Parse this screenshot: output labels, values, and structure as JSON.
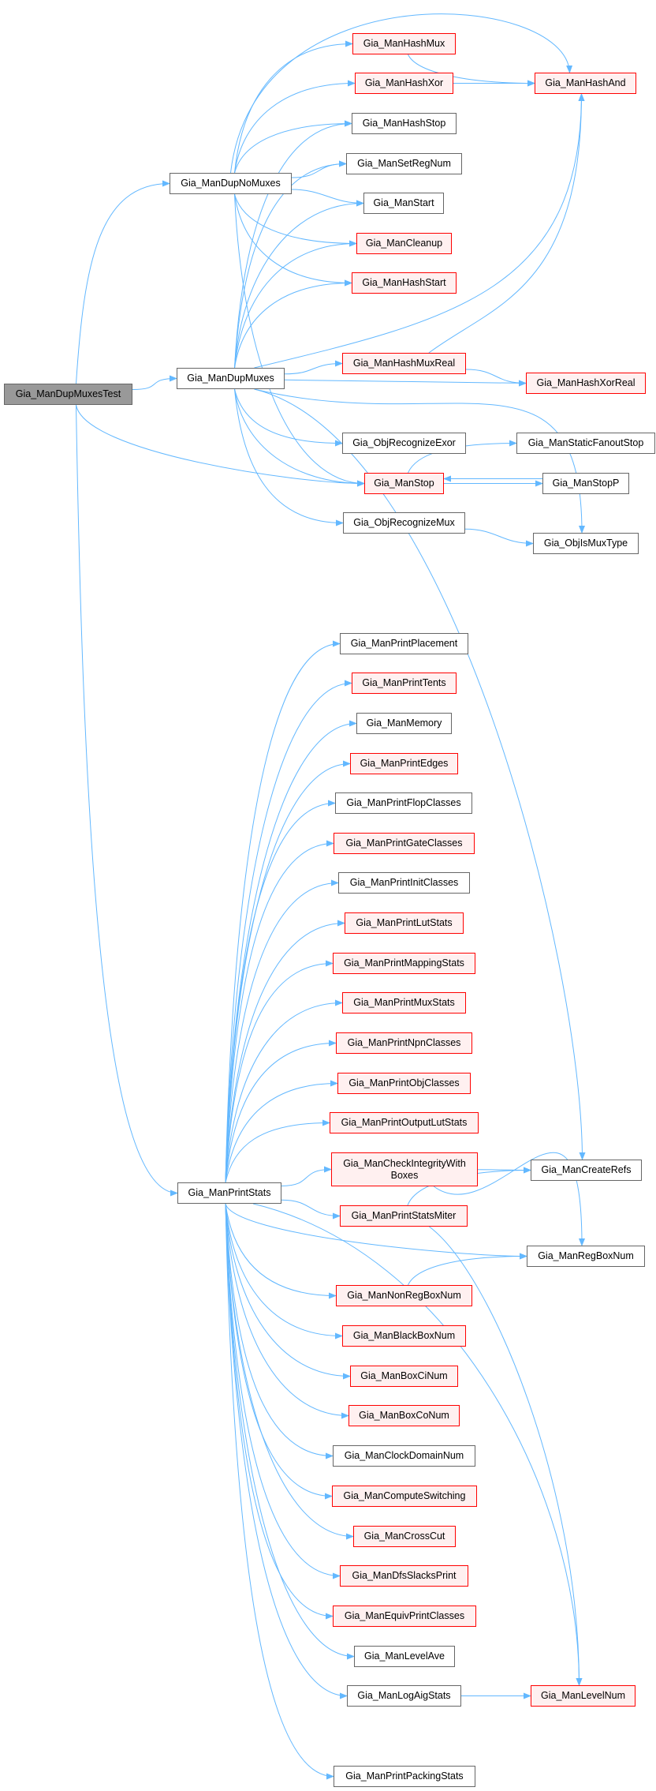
{
  "colors": {
    "edge": "#63b8ff",
    "red_border": "#ff0000",
    "red_fill": "#fff0f0",
    "root_fill": "#999999",
    "node_border": "#666666"
  },
  "nodes": [
    {
      "id": "DupMuxesTest",
      "label": "Gia_ManDupMuxesTest",
      "style": "root"
    },
    {
      "id": "DupNoMuxes",
      "label": "Gia_ManDupNoMuxes",
      "style": "plain"
    },
    {
      "id": "DupMuxes",
      "label": "Gia_ManDupMuxes",
      "style": "plain"
    },
    {
      "id": "PrintStats",
      "label": "Gia_ManPrintStats",
      "style": "plain"
    },
    {
      "id": "HashMux",
      "label": "Gia_ManHashMux",
      "style": "red"
    },
    {
      "id": "HashXor",
      "label": "Gia_ManHashXor",
      "style": "red"
    },
    {
      "id": "HashAnd",
      "label": "Gia_ManHashAnd",
      "style": "red"
    },
    {
      "id": "HashStop",
      "label": "Gia_ManHashStop",
      "style": "plain"
    },
    {
      "id": "SetRegNum",
      "label": "Gia_ManSetRegNum",
      "style": "plain"
    },
    {
      "id": "ManStart",
      "label": "Gia_ManStart",
      "style": "plain"
    },
    {
      "id": "Cleanup",
      "label": "Gia_ManCleanup",
      "style": "red"
    },
    {
      "id": "HashStart",
      "label": "Gia_ManHashStart",
      "style": "red"
    },
    {
      "id": "HashMuxReal",
      "label": "Gia_ManHashMuxReal",
      "style": "red"
    },
    {
      "id": "HashXorReal",
      "label": "Gia_ManHashXorReal",
      "style": "red"
    },
    {
      "id": "ObjRecognizeExor",
      "label": "Gia_ObjRecognizeExor",
      "style": "plain"
    },
    {
      "id": "StaticFanoutStop",
      "label": "Gia_ManStaticFanoutStop",
      "style": "plain"
    },
    {
      "id": "ManStop",
      "label": "Gia_ManStop",
      "style": "red"
    },
    {
      "id": "StopP",
      "label": "Gia_ManStopP",
      "style": "plain"
    },
    {
      "id": "ObjRecognizeMux",
      "label": "Gia_ObjRecognizeMux",
      "style": "plain"
    },
    {
      "id": "ObjIsMuxType",
      "label": "Gia_ObjIsMuxType",
      "style": "plain"
    },
    {
      "id": "PrintPlacement",
      "label": "Gia_ManPrintPlacement",
      "style": "plain"
    },
    {
      "id": "PrintTents",
      "label": "Gia_ManPrintTents",
      "style": "red"
    },
    {
      "id": "Memory",
      "label": "Gia_ManMemory",
      "style": "plain"
    },
    {
      "id": "PrintEdges",
      "label": "Gia_ManPrintEdges",
      "style": "red"
    },
    {
      "id": "PrintFlopClasses",
      "label": "Gia_ManPrintFlopClasses",
      "style": "plain"
    },
    {
      "id": "PrintGateClasses",
      "label": "Gia_ManPrintGateClasses",
      "style": "red"
    },
    {
      "id": "PrintInitClasses",
      "label": "Gia_ManPrintInitClasses",
      "style": "plain"
    },
    {
      "id": "PrintLutStats",
      "label": "Gia_ManPrintLutStats",
      "style": "red"
    },
    {
      "id": "PrintMappingStats",
      "label": "Gia_ManPrintMappingStats",
      "style": "red"
    },
    {
      "id": "PrintMuxStats",
      "label": "Gia_ManPrintMuxStats",
      "style": "red"
    },
    {
      "id": "PrintNpnClasses",
      "label": "Gia_ManPrintNpnClasses",
      "style": "red"
    },
    {
      "id": "PrintObjClasses",
      "label": "Gia_ManPrintObjClasses",
      "style": "red"
    },
    {
      "id": "PrintOutputLutStats",
      "label": "Gia_ManPrintOutputLutStats",
      "style": "red"
    },
    {
      "id": "CheckIntegrity",
      "label": "Gia_ManCheckIntegrityWith\nBoxes",
      "style": "red"
    },
    {
      "id": "CreateRefs",
      "label": "Gia_ManCreateRefs",
      "style": "plain"
    },
    {
      "id": "StatsMiter",
      "label": "Gia_ManPrintStatsMiter",
      "style": "red"
    },
    {
      "id": "RegBoxNum",
      "label": "Gia_ManRegBoxNum",
      "style": "plain"
    },
    {
      "id": "NonRegBoxNum",
      "label": "Gia_ManNonRegBoxNum",
      "style": "red"
    },
    {
      "id": "BlackBoxNum",
      "label": "Gia_ManBlackBoxNum",
      "style": "red"
    },
    {
      "id": "BoxCiNum",
      "label": "Gia_ManBoxCiNum",
      "style": "red"
    },
    {
      "id": "BoxCoNum",
      "label": "Gia_ManBoxCoNum",
      "style": "red"
    },
    {
      "id": "ClockDomainNum",
      "label": "Gia_ManClockDomainNum",
      "style": "plain"
    },
    {
      "id": "ComputeSwitching",
      "label": "Gia_ManComputeSwitching",
      "style": "red"
    },
    {
      "id": "CrossCut",
      "label": "Gia_ManCrossCut",
      "style": "red"
    },
    {
      "id": "DfsSlacksPrint",
      "label": "Gia_ManDfsSlacksPrint",
      "style": "red"
    },
    {
      "id": "EquivPrintClasses",
      "label": "Gia_ManEquivPrintClasses",
      "style": "red"
    },
    {
      "id": "LevelAve",
      "label": "Gia_ManLevelAve",
      "style": "plain"
    },
    {
      "id": "LogAigStats",
      "label": "Gia_ManLogAigStats",
      "style": "plain"
    },
    {
      "id": "LevelNum",
      "label": "Gia_ManLevelNum",
      "style": "red"
    },
    {
      "id": "PrintPackingStats",
      "label": "Gia_ManPrintPackingStats",
      "style": "plain"
    }
  ],
  "edges": [
    [
      "DupMuxesTest",
      "DupNoMuxes"
    ],
    [
      "DupMuxesTest",
      "DupMuxes"
    ],
    [
      "DupMuxesTest",
      "ManStop"
    ],
    [
      "DupMuxesTest",
      "PrintStats"
    ],
    [
      "DupNoMuxes",
      "HashAnd"
    ],
    [
      "DupNoMuxes",
      "HashMux"
    ],
    [
      "DupNoMuxes",
      "HashXor"
    ],
    [
      "DupNoMuxes",
      "HashStop"
    ],
    [
      "DupNoMuxes",
      "SetRegNum"
    ],
    [
      "DupNoMuxes",
      "ManStart"
    ],
    [
      "DupNoMuxes",
      "Cleanup"
    ],
    [
      "DupNoMuxes",
      "HashStart"
    ],
    [
      "DupNoMuxes",
      "ManStop"
    ],
    [
      "DupMuxes",
      "HashStop"
    ],
    [
      "DupMuxes",
      "SetRegNum"
    ],
    [
      "DupMuxes",
      "ManStart"
    ],
    [
      "DupMuxes",
      "Cleanup"
    ],
    [
      "DupMuxes",
      "HashStart"
    ],
    [
      "DupMuxes",
      "HashAnd"
    ],
    [
      "DupMuxes",
      "HashMuxReal"
    ],
    [
      "DupMuxes",
      "HashXorReal"
    ],
    [
      "DupMuxes",
      "ObjRecognizeExor"
    ],
    [
      "DupMuxes",
      "ManStop"
    ],
    [
      "DupMuxes",
      "ObjRecognizeMux"
    ],
    [
      "DupMuxes",
      "ObjIsMuxType"
    ],
    [
      "DupMuxes",
      "CreateRefs"
    ],
    [
      "HashMux",
      "HashAnd"
    ],
    [
      "HashXor",
      "HashAnd"
    ],
    [
      "HashMuxReal",
      "HashAnd"
    ],
    [
      "HashMuxReal",
      "HashXorReal"
    ],
    [
      "ManStop",
      "StaticFanoutStop"
    ],
    [
      "ManStop",
      "StopP"
    ],
    [
      "StopP",
      "ManStop"
    ],
    [
      "ObjRecognizeMux",
      "ObjIsMuxType"
    ],
    [
      "PrintStats",
      "PrintPlacement"
    ],
    [
      "PrintStats",
      "PrintTents"
    ],
    [
      "PrintStats",
      "Memory"
    ],
    [
      "PrintStats",
      "PrintEdges"
    ],
    [
      "PrintStats",
      "PrintFlopClasses"
    ],
    [
      "PrintStats",
      "PrintGateClasses"
    ],
    [
      "PrintStats",
      "PrintInitClasses"
    ],
    [
      "PrintStats",
      "PrintLutStats"
    ],
    [
      "PrintStats",
      "PrintMappingStats"
    ],
    [
      "PrintStats",
      "PrintMuxStats"
    ],
    [
      "PrintStats",
      "PrintNpnClasses"
    ],
    [
      "PrintStats",
      "PrintObjClasses"
    ],
    [
      "PrintStats",
      "PrintOutputLutStats"
    ],
    [
      "PrintStats",
      "CheckIntegrity"
    ],
    [
      "PrintStats",
      "StatsMiter"
    ],
    [
      "PrintStats",
      "RegBoxNum"
    ],
    [
      "PrintStats",
      "NonRegBoxNum"
    ],
    [
      "PrintStats",
      "BlackBoxNum"
    ],
    [
      "PrintStats",
      "BoxCiNum"
    ],
    [
      "PrintStats",
      "BoxCoNum"
    ],
    [
      "PrintStats",
      "ClockDomainNum"
    ],
    [
      "PrintStats",
      "ComputeSwitching"
    ],
    [
      "PrintStats",
      "CrossCut"
    ],
    [
      "PrintStats",
      "DfsSlacksPrint"
    ],
    [
      "PrintStats",
      "EquivPrintClasses"
    ],
    [
      "PrintStats",
      "LevelAve"
    ],
    [
      "PrintStats",
      "LogAigStats"
    ],
    [
      "PrintStats",
      "LevelNum"
    ],
    [
      "PrintStats",
      "PrintPackingStats"
    ],
    [
      "CheckIntegrity",
      "CreateRefs"
    ],
    [
      "CheckIntegrity",
      "RegBoxNum"
    ],
    [
      "StatsMiter",
      "CreateRefs"
    ],
    [
      "StatsMiter",
      "LevelNum"
    ],
    [
      "NonRegBoxNum",
      "RegBoxNum"
    ],
    [
      "LogAigStats",
      "LevelNum"
    ]
  ]
}
